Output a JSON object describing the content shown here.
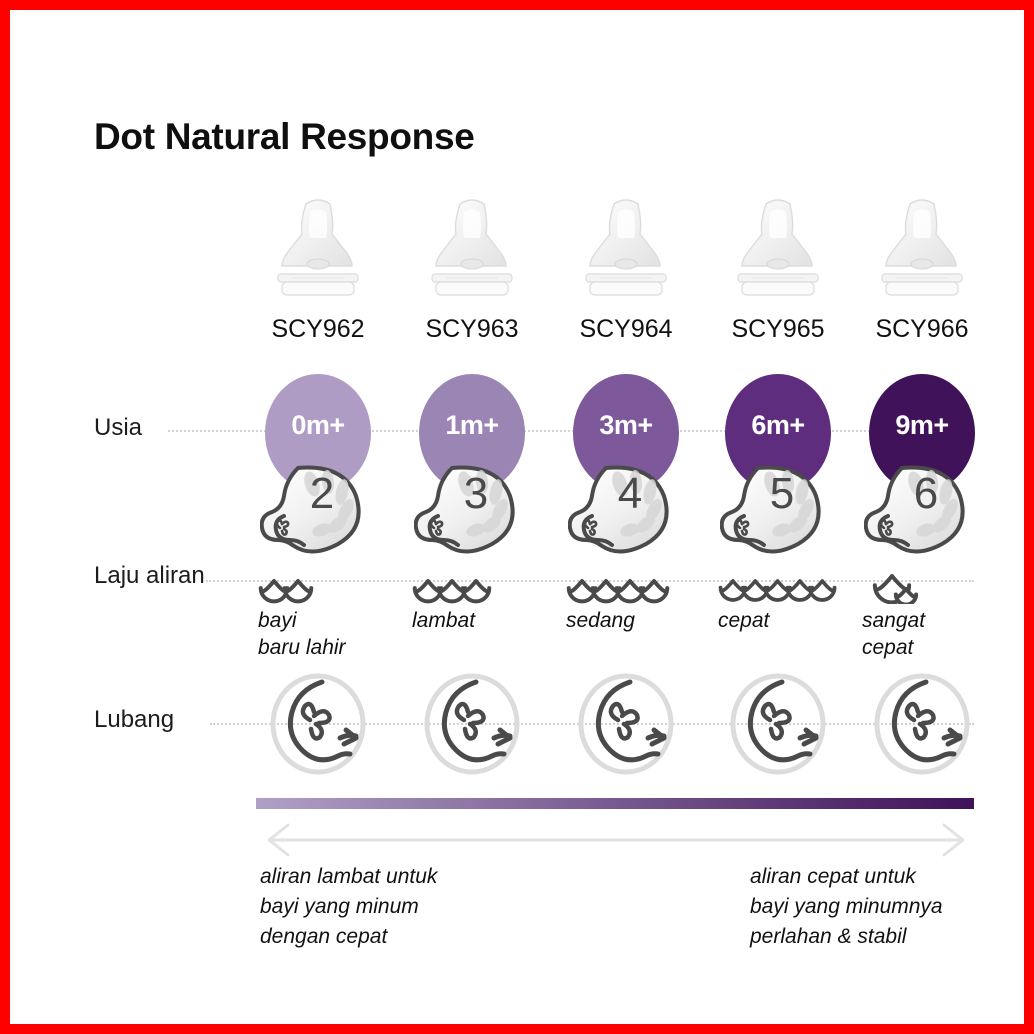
{
  "page": {
    "title": "Dot Natural Response",
    "border_color": "#FF0000",
    "background": "#FFFFFF"
  },
  "row_labels": {
    "age": "Usia",
    "flow_rate": "Laju aliran",
    "hole": "Lubang"
  },
  "columns": [
    {
      "code": "SCY962",
      "age": "0m+",
      "age_color": "#AE9CC4",
      "nipple_number": "2",
      "drops": 2,
      "drop_style": "outline",
      "flow_label": "bayi\nbaru lahir",
      "hole_icon": "nipple-hole-icon"
    },
    {
      "code": "SCY963",
      "age": "1m+",
      "age_color": "#9B85B5",
      "nipple_number": "3",
      "drops": 3,
      "drop_style": "outline",
      "flow_label": "lambat",
      "hole_icon": "nipple-hole-icon"
    },
    {
      "code": "SCY964",
      "age": "3m+",
      "age_color": "#7D589B",
      "nipple_number": "4",
      "drops": 4,
      "drop_style": "outline",
      "flow_label": "sedang",
      "hole_icon": "nipple-hole-icon"
    },
    {
      "code": "SCY965",
      "age": "6m+",
      "age_color": "#5F2D7E",
      "nipple_number": "5",
      "drops": 5,
      "drop_style": "outline",
      "flow_label": "cepat",
      "hole_icon": "nipple-hole-icon"
    },
    {
      "code": "SCY966",
      "age": "9m+",
      "age_color": "#3F1259",
      "nipple_number": "6",
      "drops": 1,
      "drop_style": "double-drop",
      "flow_label": "sangat\ncepat",
      "hole_icon": "nipple-hole-icon"
    }
  ],
  "gradient": {
    "from": "#B0A0C6",
    "to": "#3F1259",
    "arrow_color": "#E0E0E0"
  },
  "captions": {
    "left": "aliran lambat untuk\nbayi yang minum\ndengan cepat",
    "right": "aliran cepat untuk\nbayi yang minumnya\nperlahan & stabil"
  }
}
